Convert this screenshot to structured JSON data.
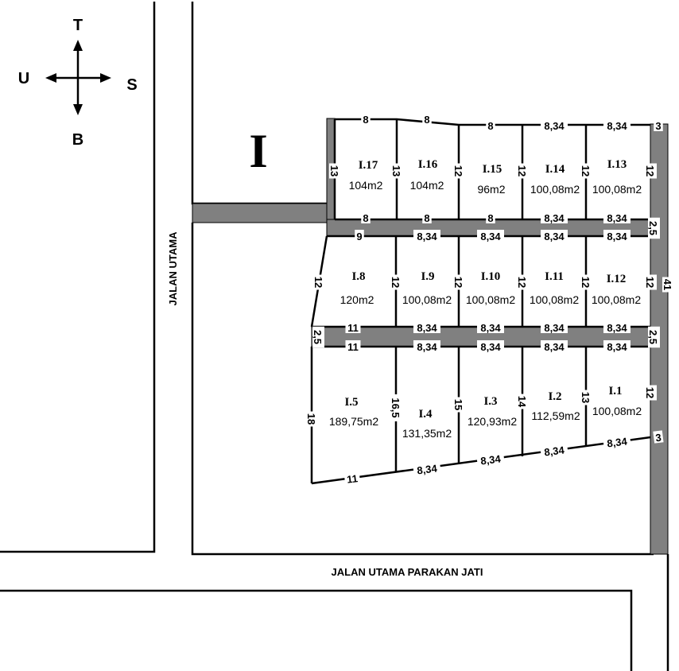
{
  "compass": {
    "north": "T",
    "west": "U",
    "east": "S",
    "south": "B"
  },
  "block_label": "I",
  "streets": {
    "vertical": "JALAN UTAMA",
    "horizontal": "JALAN UTAMA PARAKAN JATI"
  },
  "lots": [
    {
      "id": "I.17",
      "area": "104m2"
    },
    {
      "id": "I.16",
      "area": "104m2"
    },
    {
      "id": "I.15",
      "area": "96m2"
    },
    {
      "id": "I.14",
      "area": "100,08m2"
    },
    {
      "id": "I.13",
      "area": "100,08m2"
    },
    {
      "id": "I.8",
      "area": "120m2"
    },
    {
      "id": "I.9",
      "area": "100,08m2"
    },
    {
      "id": "I.10",
      "area": "100,08m2"
    },
    {
      "id": "I.11",
      "area": "100,08m2"
    },
    {
      "id": "I.12",
      "area": "100,08m2"
    },
    {
      "id": "I.5",
      "area": "189,75m2"
    },
    {
      "id": "I.4",
      "area": "131,35m2"
    },
    {
      "id": "I.3",
      "area": "120,93m2"
    },
    {
      "id": "I.2",
      "area": "112,59m2"
    },
    {
      "id": "I.1",
      "area": "100,08m2"
    }
  ],
  "dims": {
    "top": [
      "8",
      "8",
      "8",
      "8,34",
      "8,34",
      "3"
    ],
    "row1_side": [
      "13",
      "13",
      "12",
      "12",
      "12",
      "12"
    ],
    "row1_bottom": [
      "8",
      "8",
      "8",
      "8,34",
      "8,34"
    ],
    "row2_top": [
      "9",
      "8,34",
      "8,34",
      "8,34",
      "8,34"
    ],
    "row2_side": [
      "12",
      "12",
      "12",
      "12",
      "12",
      "12"
    ],
    "row2_bottom": [
      "11",
      "8,34",
      "8,34",
      "8,34",
      "8,34"
    ],
    "row3_top": [
      "11",
      "8,34",
      "8,34",
      "8,34",
      "8,34"
    ],
    "row3_side": [
      "18",
      "16,5",
      "15",
      "14",
      "13",
      "12"
    ],
    "bottom": [
      "11",
      "8,34",
      "8,34",
      "8,34",
      "8,34",
      "3"
    ],
    "road_widths": [
      "2,5",
      "2,5",
      "2,5"
    ],
    "right_total": "41"
  }
}
